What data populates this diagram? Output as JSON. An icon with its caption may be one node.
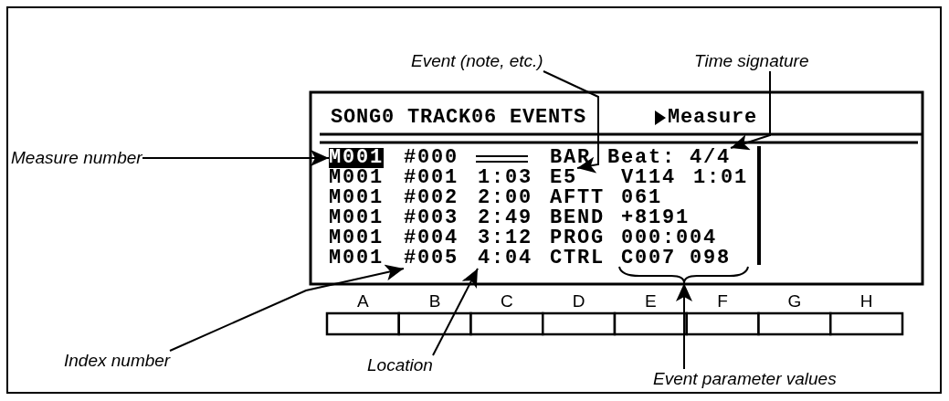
{
  "diagram": {
    "nodes": [
      {
        "text": [
          "Event (note, etc.)"
        ]
      },
      {
        "text": [
          "Time signature"
        ]
      },
      {
        "text": [
          "Measure number"
        ]
      },
      {
        "text": [
          "M001"
        ]
      },
      {
        "text": [
          "4/4"
        ]
      },
      {
        "text": [
          "E5"
        ]
      },
      {
        "text": [
          "#005"
        ]
      },
      {
        "text": [
          "4:04"
        ]
      },
      {
        "text": [],
        "shape": "brace"
      },
      {
        "text": [
          "Index number"
        ]
      },
      {
        "text": [
          "Location"
        ]
      },
      {
        "text": [
          "Event parameter values"
        ]
      }
    ],
    "edges": [
      {
        "from": 0,
        "to": 5,
        "arrow": "to"
      },
      {
        "from": 1,
        "to": 4,
        "arrow": "to"
      },
      {
        "from": 2,
        "to": 3,
        "arrow": "to"
      },
      {
        "from": 9,
        "to": 6,
        "arrow": "to"
      },
      {
        "from": 10,
        "to": 7,
        "arrow": "to"
      },
      {
        "from": 11,
        "to": 8,
        "arrow": "to"
      }
    ],
    "labels": [
      "SONG0 TRACK06 EVENTS",
      "Measure",
      "#000",
      "BAR",
      "Beat:",
      "M001",
      "#001",
      "1:03",
      "V114",
      "1:01",
      "M001",
      "#002",
      "2:00",
      "AFTT",
      "061",
      "M001",
      "#003",
      "2:49",
      "BEND",
      "+8191",
      "M001",
      "#004",
      "3:12",
      "PROG",
      "000:004",
      "M001",
      "CTRL",
      "C007 098",
      "A",
      "B",
      "C",
      "D",
      "E",
      "F",
      "G",
      "H"
    ]
  }
}
